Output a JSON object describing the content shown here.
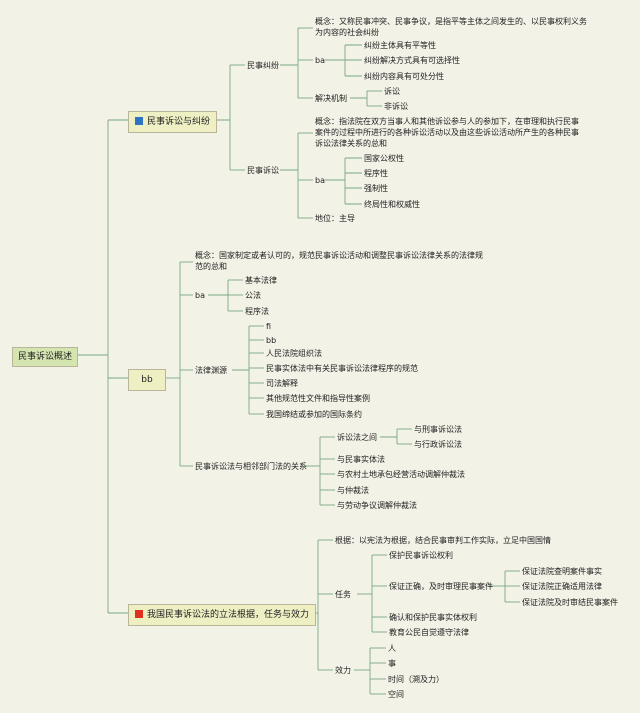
{
  "root": "民事诉讼概述",
  "b1": {
    "title": "民事诉讼与纠纷",
    "flag_color": "#2d74c4",
    "mj": {
      "label": "民事纠纷",
      "concept": "概念：又称民事冲突、民事争议，是指平等主体之间发生的、以民事权利义务为内容的社会纠纷",
      "ba": "ba",
      "ba_items": [
        "纠纷主体具有平等性",
        "纠纷解决方式具有可选择性",
        "纠纷内容具有可处分性"
      ],
      "mech": "解决机制",
      "mech_items": [
        "诉讼",
        "非诉讼"
      ]
    },
    "ms": {
      "label": "民事诉讼",
      "concept": "概念：指法院在双方当事人和其他诉讼参与人的参加下，在审理和执行民事案件的过程中所进行的各种诉讼活动以及由这些诉讼活动所产生的各种民事诉讼法律关系的总和",
      "ba": "ba",
      "ba_items": [
        "国家公权性",
        "程序性",
        "强制性",
        "终局性和权威性"
      ],
      "status": "地位：主导"
    }
  },
  "b2": {
    "title": "bb",
    "concept": "概念：国家制定或者认可的，规范民事诉讼活动和调整民事诉讼法律关系的法律规范的总和",
    "ba": "ba",
    "ba_items": [
      "基本法律",
      "公法",
      "程序法"
    ],
    "src": "法律渊源",
    "src_items": [
      "fi",
      "bb",
      "人民法院组织法",
      "民事实体法中有关民事诉讼法律程序的规范",
      "司法解释",
      "其他规范性文件和指导性案例",
      "我国缔结或参加的国际条约"
    ],
    "rel": "民事诉讼法与相邻部门法的关系",
    "rel_between": "诉讼法之间",
    "rel_between_items": [
      "与刑事诉讼法",
      "与行政诉讼法"
    ],
    "rel_items": [
      "与民事实体法",
      "与农村土地承包经营活动调解仲裁法",
      "与仲裁法",
      "与劳动争议调解仲裁法"
    ]
  },
  "b3": {
    "title": "我国民事诉讼法的立法根据，任务与效力",
    "flag_color": "#e0301e",
    "basis": "根据：以宪法为根据，结合民事审判工作实际，立足中国国情",
    "task": "任务",
    "task_protect": "保护民事诉讼权利",
    "task_correct": "保证正确，及时审理民事案件",
    "task_correct_items": [
      "保证法院查明案件事实",
      "保证法院正确适用法律",
      "保证法院及时审结民事案件"
    ],
    "task_confirm": "确认和保护民事实体权利",
    "task_educate": "教育公民自觉遵守法律",
    "effect": "效力",
    "effect_items": [
      "人",
      "事",
      "时间（溯及力）",
      "空间"
    ]
  }
}
